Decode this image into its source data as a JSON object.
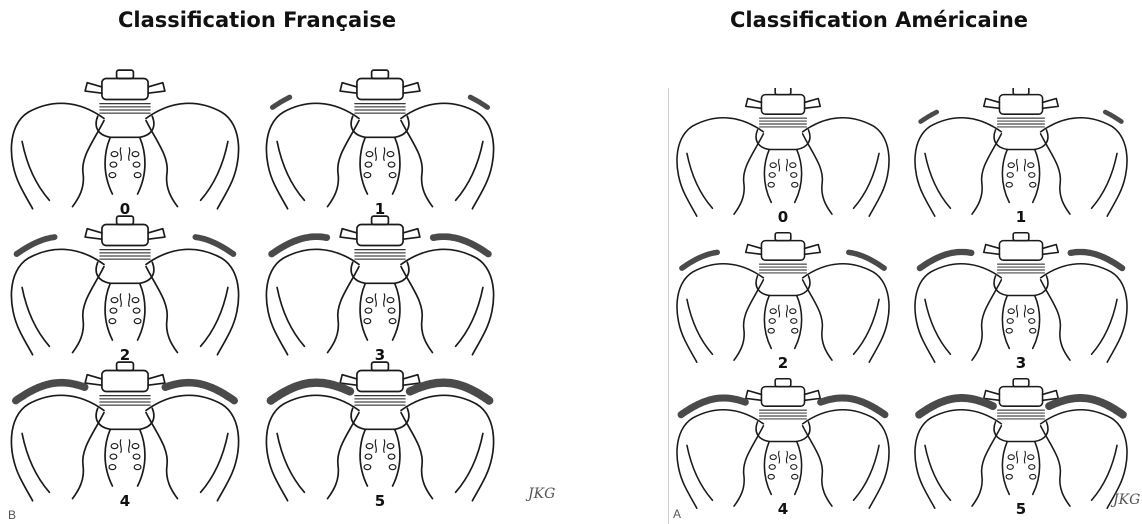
{
  "titles": {
    "french": "Classification Française",
    "american": "Classification Américaine"
  },
  "french": {
    "corner_letter": "B",
    "grades": [
      {
        "label": "0",
        "ossification": 0
      },
      {
        "label": "1",
        "ossification": 1
      },
      {
        "label": "2",
        "ossification": 2
      },
      {
        "label": "3",
        "ossification": 3
      },
      {
        "label": "4",
        "ossification": 4
      },
      {
        "label": "5",
        "ossification": 5
      }
    ]
  },
  "american": {
    "corner_letter": "A",
    "grades": [
      {
        "label": "0",
        "ossification": 0
      },
      {
        "label": "1",
        "ossification": 1
      },
      {
        "label": "2",
        "ossification": 2
      },
      {
        "label": "3",
        "ossification": 3
      },
      {
        "label": "4",
        "ossification": 4
      },
      {
        "label": "5",
        "ossification": 5
      }
    ]
  },
  "signature": "JKG",
  "colors": {
    "line": "#1a1a1a",
    "ossification": "#4a4a4a"
  }
}
